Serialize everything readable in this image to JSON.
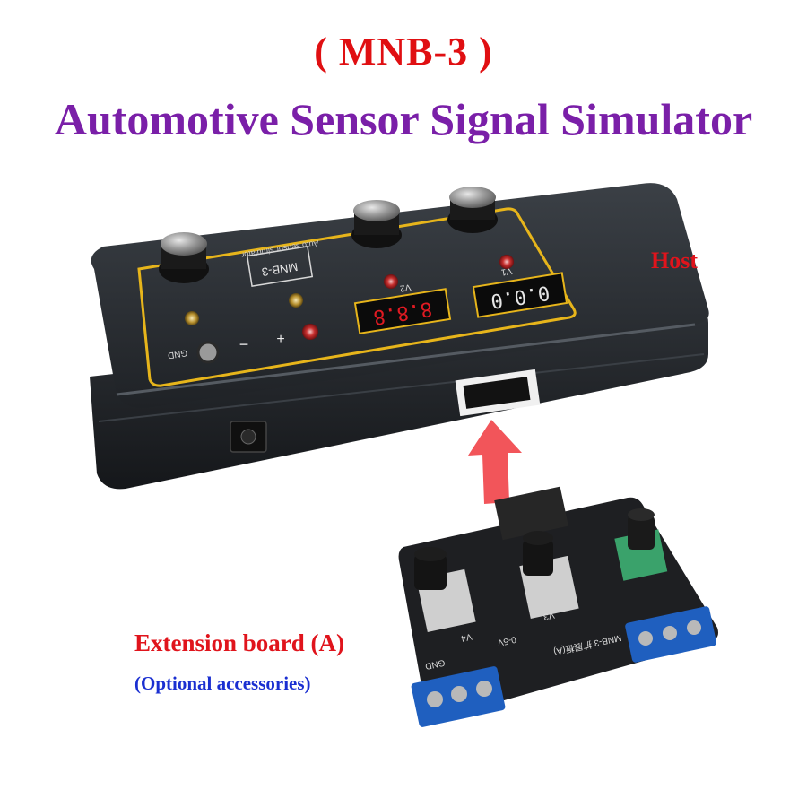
{
  "title": {
    "model": "( MNB-3 )",
    "main": "Automotive Sensor Signal Simulator"
  },
  "labels": {
    "host": "Host",
    "extension_board": "Extension board (A)",
    "optional": "(Optional accessories)"
  },
  "device": {
    "panel_model": "MNB-3",
    "panel_subtitle": "Auto sensor simulator",
    "display_v1_label": "V1",
    "display_v2_label": "V2",
    "display_v1_value": "0.0.0",
    "display_v2_value": "8.8.8",
    "gnd_label": "GND",
    "minus_label": "−",
    "plus_label": "+"
  },
  "board": {
    "model_label": "MNB-3 扩展板(A)",
    "v3_label": "V3",
    "v4_label": "V4",
    "range_label": "0-5V",
    "gnd_label": "GND"
  },
  "colors": {
    "title_model": "#e00f12",
    "title_main": "#7a1fa8",
    "host_label": "#e0141c",
    "optional_label": "#1a2fd1",
    "arrow": "#f2555a",
    "panel_border": "#e7b51b",
    "terminal_blue": "#1f5fbf"
  }
}
